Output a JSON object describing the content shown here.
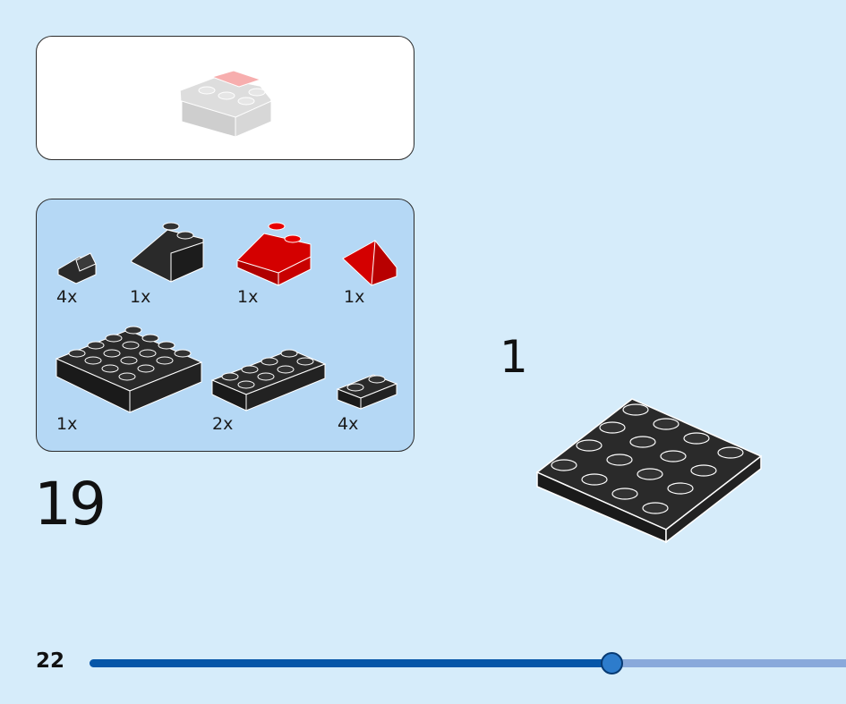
{
  "preview": {
    "model": "previous-build-preview"
  },
  "parts": [
    {
      "name": "black-slope-1x1-31",
      "qty": "4x"
    },
    {
      "name": "black-slope-2x2-45",
      "qty": "1x"
    },
    {
      "name": "red-slope-2x2-45",
      "qty": "1x"
    },
    {
      "name": "red-slope-peak-1x2",
      "qty": "1x"
    },
    {
      "name": "black-plate-4x4",
      "qty": "1x"
    },
    {
      "name": "black-plate-2x4",
      "qty": "2x"
    },
    {
      "name": "black-plate-1x2",
      "qty": "4x"
    }
  ],
  "step": {
    "number": "19",
    "substep": "1"
  },
  "footer": {
    "page_number": "22",
    "progress": 0.69
  },
  "colors": {
    "page_background": "#d6ecfa",
    "parts_panel": "#b5d8f5",
    "brick_black": "#222222",
    "brick_red": "#e00000",
    "progress_fill": "#0656a8",
    "progress_track": "#89a9db"
  }
}
